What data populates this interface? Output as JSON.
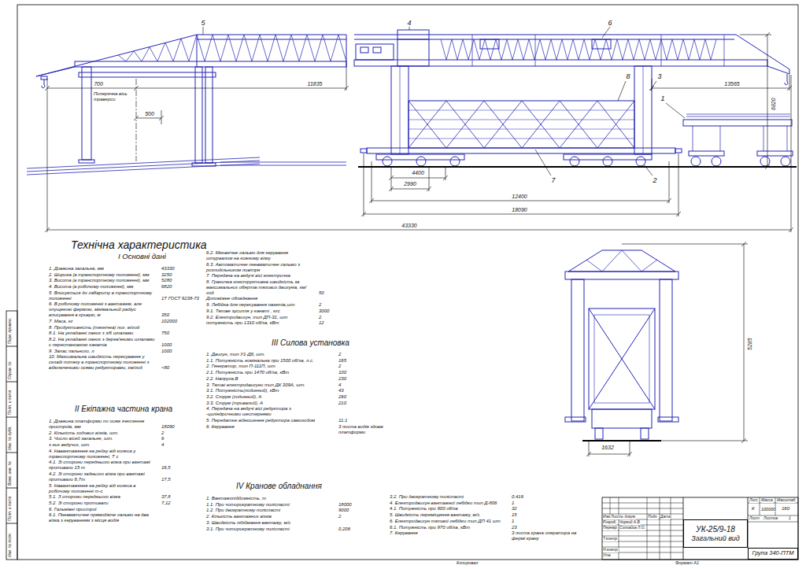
{
  "diagram": {
    "nodes": [
      {
        "text": [
          "УК-25/9-18",
          "Загальний вид"
        ]
      },
      {
        "text": [
          "Група 340-ПТМ"
        ]
      }
    ],
    "labels": [
      "5",
      "4",
      "6",
      "8",
      "3",
      "1",
      "2",
      "7",
      "700",
      "11835",
      "500",
      "Поперечна вісь траверси",
      "13565",
      "6820",
      "4400",
      "2990",
      "12400",
      "18090",
      "43330",
      "5285",
      "1632",
      "Технічна характеристика",
      "I Основні дані",
      "1. Довжина загальна, мм",
      "43330",
      "2. Ширина (в транспортному положенні), мм",
      "3250",
      "3. Висота (в транспортному положенні), мм",
      "5280",
      "4. Висота (в робочому положенні), мм",
      "6820",
      "5. Вписується до габариту в транспортному положенні",
      "1Т ГОСТ 9238-73",
      "6. В робочому положенні з вантажем, але опущеною фермою, мінімальний радіус вписування в кривую, м",
      "350",
      "7. Маса, кг",
      "102000",
      "8. Продуктивність (технічна) пог. м/год",
      "8.1. На укладанні ланок з з/б шпалами",
      "750",
      "8.2. На укладанні ланок з дерев'яними шпалами с перестановкою канатів",
      "1000",
      "9. Запас пального, л",
      "1000",
      "10. Максимальна швидкість пересування у складі потягу в транспортному положенні з відключеними осями редукторами, км/год",
      "<80",
      "II Екіпажна частина крана",
      "1. Довжина платформи по осям зчеплення пристроїв, мм",
      "18090",
      "2. Кількість ходових візків, шт.",
      "2",
      "3. Число вісей загальне, шт.",
      "6",
      "з них ведучих, шт.",
      "4",
      "4. Навантаження на рейку від колеса у транспортному положенні, Т с",
      "4.1. Зі сторони переднього візка при вантажі противаги 15 т",
      "16,5",
      "4.2. Зі сторони заднього візка при вантажі противаги 6,7т",
      "17,5",
      "5. Навантаження на рейку від колеса в робочому положенні т-с",
      "5.1. З сторони переднього візка",
      "37,8",
      "5.2. Зі сторони противаги",
      "7,12",
      "6. Гальмівні пристрої",
      "6.1. Пневматичне прямодіюче гальмо на два візка з керуванням з місця водія",
      "6.2. Механічне гальмо для керування штурвалом на кожному візку",
      "6.3. Автоматичне пневматичне гальмо з розподільником повітря",
      "7. Передача на ведучі вісі електрична",
      "8. Гранична конструктивна швидкість за максимальних обертів тягових двигунів, км/год",
      "50",
      "Допоміжне обладнання",
      "9. Лебідка для пересування пакетів,шт",
      "2",
      "9.1. Тягове зусилля у канаті , кгс",
      "3000",
      "9.2. Електродвигун, тип ДП-31, шт",
      "2",
      "потужність при 1310 об/хв, кВт",
      "12",
      "III Силова установка",
      "1. Двигун, тип У1-Д6, шт.",
      "2",
      "1.1. Потужність номінальна при 1500 об/хв, л.с.",
      "165",
      "2. Генератор, тип П-111П, шт",
      "2",
      "2.1. Потужність при 1470 об/хв, кВт",
      "100",
      "2.2. Напруга,В",
      "230",
      "3. Тягові електродвигуни тип ДК 309А, шт.",
      "4",
      "3.1. Потужність(годинний), кВт",
      "43",
      "3.2. Струм (годинний), А",
      "260",
      "3.3. Струм (тривалий), А",
      "210",
      "4. Передача на ведучі вісі редуктора з -циліндричними шестернями",
      "5. Передатне відношення редуктора самоходом",
      "11:1",
      "6. Керування",
      "3 поста водія здовж платформи",
      "IV Кранове обладнання",
      "1. Вантажопідйомність, т",
      "1.1. При чотирикратному поліспасті",
      "18000",
      "1.2. При двократному поліспасті",
      "9000",
      "2. Кількість вантажних візків",
      "2",
      "3. Швидкість підіймання вантажу, м/с",
      "3.1. При чотирикратному поліспасті",
      "0,206",
      "3.2. При двократному поліспасті",
      "0,416",
      "4. Електродвигун вантажної лебідки тип Д-806",
      "1",
      "4.1. Потужність при 900 об/хв",
      "32",
      "5. Швидкість переміщення вантажу, м/с",
      "15",
      "6. Електродвигун тягової лебідки тип ДП 41 шт",
      "1",
      "6.1. Потужність при 970 об/хв, кВт",
      "23",
      "7. Керування",
      "3 поста крана оператора на фермі крану",
      "Лит.",
      "Масса",
      "Масштаб",
      "К",
      "100000",
      "160",
      "Лист",
      "Листов",
      "1",
      "Изм.",
      "Лист",
      "№ докум.",
      "Подп.",
      "Дата",
      "Розроб.",
      "Чорний А.В.",
      "Перевір.",
      "Соловйов Л.О.",
      "Т.контр.",
      "Н.контр.",
      "Утв.",
      "Копировал",
      "Формат A1",
      "Перв. примен.",
      "Справ. №",
      "Подп. и дата",
      "Инв. № дубл.",
      "Взам. инв. №",
      "Подп. и дата",
      "Инв. № подл."
    ]
  }
}
